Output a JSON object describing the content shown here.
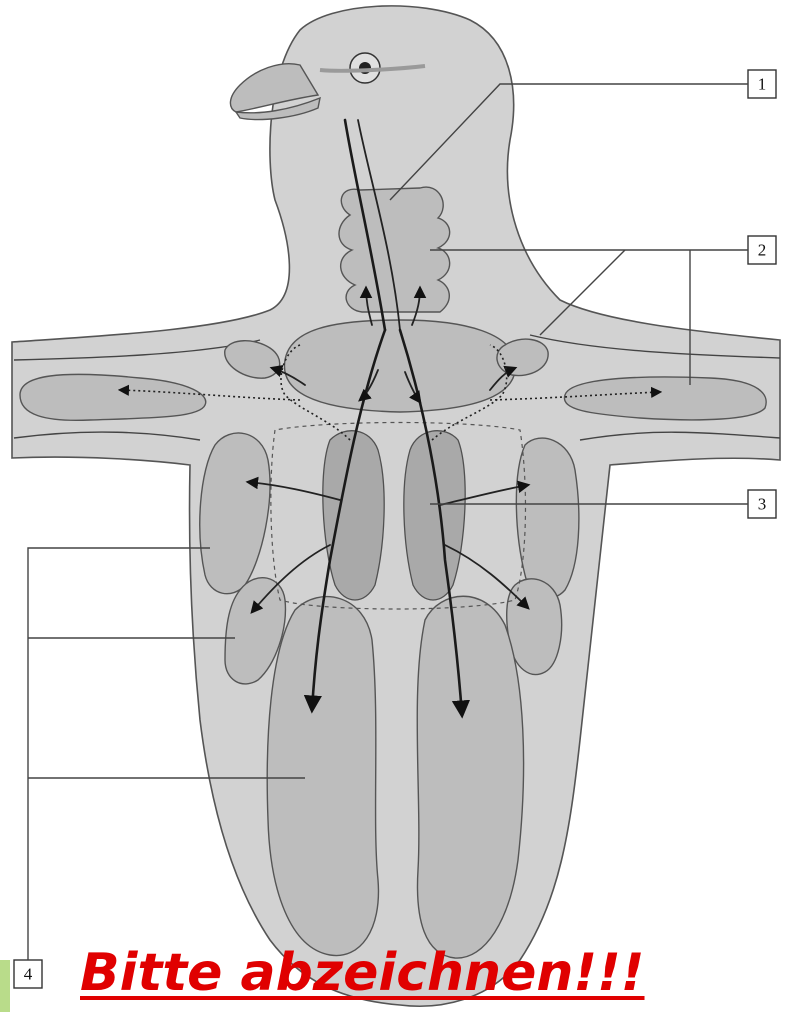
{
  "labels": {
    "l1": "1",
    "l2": "2",
    "l3": "3",
    "l4": "4"
  },
  "caption": "Bitte abzeichnen!!!",
  "colors": {
    "caption": "#e00000",
    "body": "#d2d2d2",
    "sac": "#bdbdbd"
  }
}
